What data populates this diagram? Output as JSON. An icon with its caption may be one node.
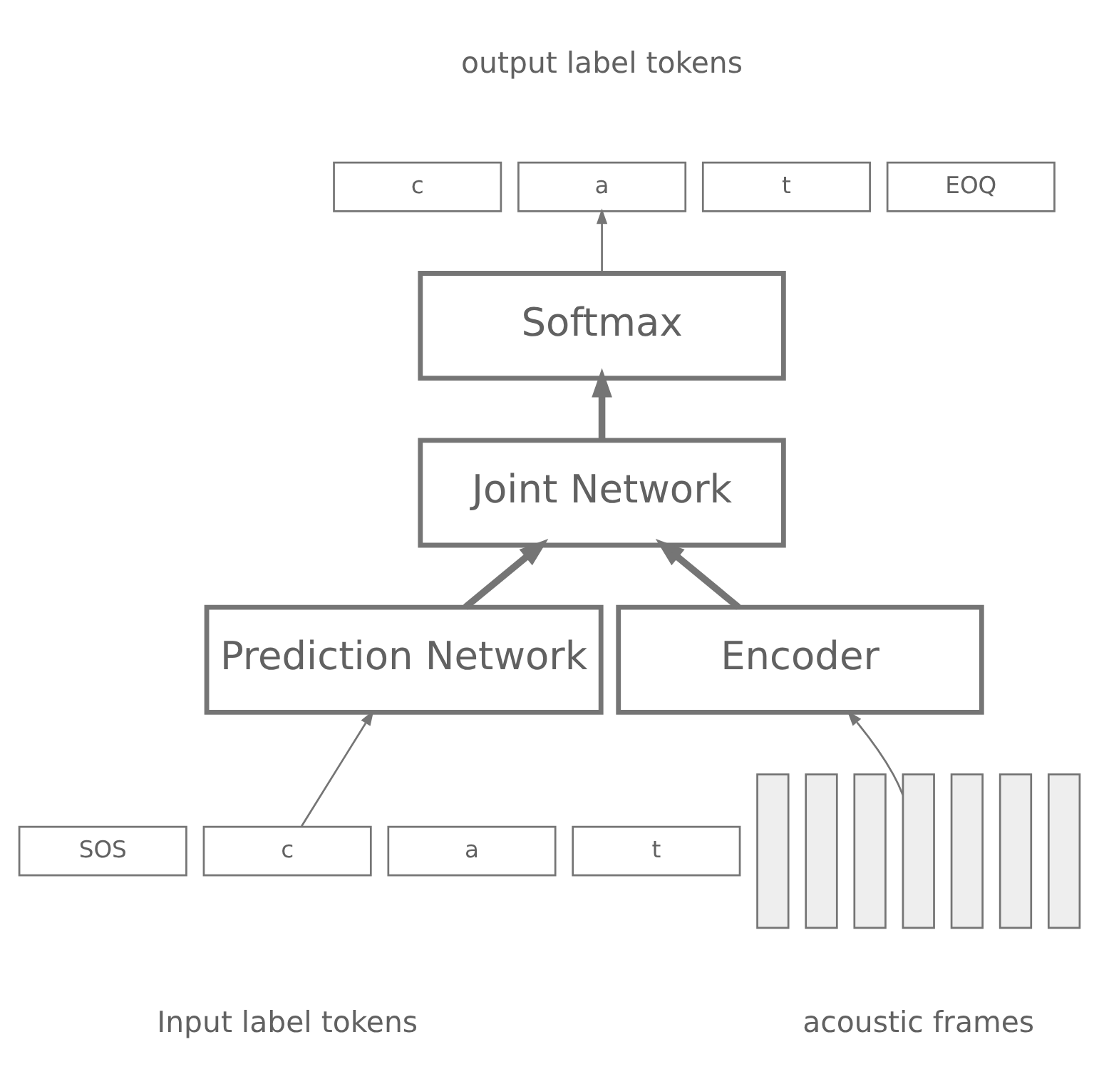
{
  "diagram": {
    "nodes": [
      {
        "text": [
          "c"
        ]
      },
      {
        "text": [
          "a"
        ]
      },
      {
        "text": [
          "t"
        ]
      },
      {
        "text": [
          "EOQ"
        ]
      },
      {
        "text": [
          "Softmax"
        ]
      },
      {
        "text": [
          "Joint Network"
        ]
      },
      {
        "text": [
          "Prediction Network"
        ]
      },
      {
        "text": [
          "Encoder"
        ]
      },
      {
        "text": [
          "SOS"
        ]
      },
      {
        "text": [
          "c"
        ]
      },
      {
        "text": [
          "a"
        ]
      },
      {
        "text": [
          "t"
        ]
      },
      {
        "text": [],
        "shape": "bar"
      },
      {
        "text": [],
        "shape": "bar"
      },
      {
        "text": [],
        "shape": "bar"
      },
      {
        "text": [],
        "shape": "bar"
      },
      {
        "text": [],
        "shape": "bar"
      },
      {
        "text": [],
        "shape": "bar"
      },
      {
        "text": [],
        "shape": "bar"
      }
    ],
    "edges": [
      {
        "from": 4,
        "to": 1,
        "arrow": "to"
      },
      {
        "from": 5,
        "to": 4,
        "arrow": "to",
        "style": "thick"
      },
      {
        "from": 6,
        "to": 5,
        "arrow": "to",
        "style": "thick"
      },
      {
        "from": 7,
        "to": 5,
        "arrow": "to",
        "style": "thick"
      },
      {
        "from": 9,
        "to": 6,
        "arrow": "to"
      },
      {
        "from": 15,
        "to": 7,
        "arrow": "to"
      }
    ],
    "labels": [
      "output label tokens",
      "Input label tokens",
      "acoustic frames"
    ]
  }
}
